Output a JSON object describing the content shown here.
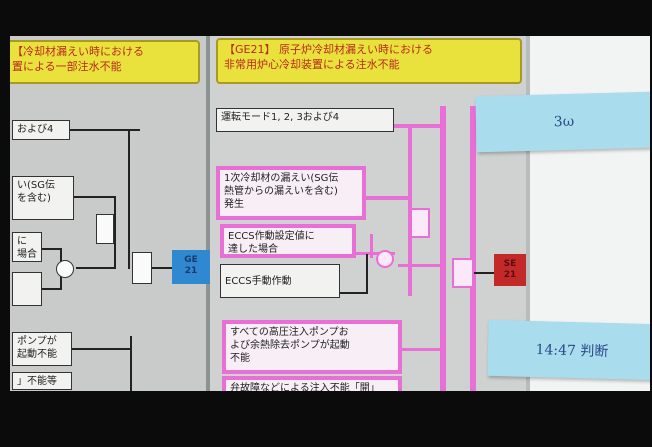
{
  "left_panel": {
    "header": "【冷却材漏えい時における\n置による一部注水不能",
    "box_modes": "および4",
    "box_leak": "い(SG伝\nを含む)",
    "box_a": "に\n場合",
    "box_pump": "ポンプが\n起動不能",
    "box_last": "」不能等",
    "terminal": "GE\n21"
  },
  "mid_panel": {
    "header": "【GE21】 原子炉冷却材漏えい時における\n非常用炉心冷却装置による注水不能",
    "box_modes": "運転モード1, 2, 3および4",
    "box_leak": "1次冷却材の漏えい(SG伝\n熱管からの漏えいを含む)\n発生",
    "box_eccs_set": "ECCS作動設定値に\n達した場合",
    "box_eccs_manual": "ECCS手動作動",
    "box_pumps": "すべての高圧注入ポンプお\nよび余熱除去ポンプが起動\n不能",
    "box_bottom": "弁故障などによる注入不能「開」",
    "terminal": "SE\n21"
  },
  "sticky_notes": {
    "note_top": "3ω",
    "note_time": "14:47 判断"
  },
  "colors": {
    "header_yellow": "#eae23c",
    "header_text_red": "#b8281f",
    "highlight_magenta": "#e86fd6",
    "terminal_blue": "#2f88d0",
    "terminal_red": "#c4292a",
    "sticky_blue": "#a9dcec"
  }
}
